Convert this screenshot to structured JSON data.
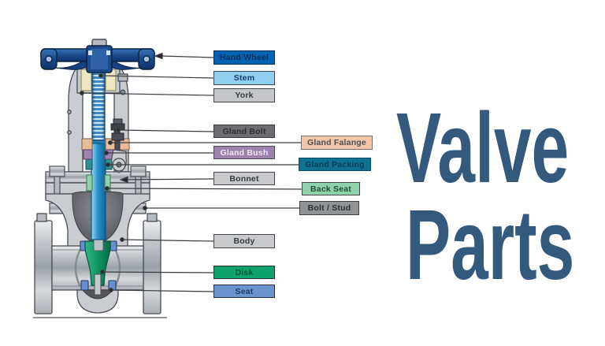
{
  "background": "#ffffff",
  "title": {
    "line1": "Valve",
    "line2": "Parts",
    "color": "#33597c"
  },
  "labels": {
    "hand_wheel": {
      "text": "Hand Wheel",
      "bg": "#0063b1",
      "fg": "#0b2d5c"
    },
    "stem": {
      "text": "Stem",
      "bg": "#8ecff2",
      "fg": "#1d3a5f"
    },
    "york": {
      "text": "York",
      "bg": "#c4c6c9",
      "fg": "#35393f"
    },
    "gland_bolt": {
      "text": "Gland Bolt",
      "bg": "#6b6d71",
      "fg": "#2d2f35"
    },
    "gland_falange": {
      "text": "Gland Falange",
      "bg": "#f0c5a9",
      "fg": "#4d4f58"
    },
    "gland_bush": {
      "text": "Gland Bush",
      "bg": "#9c82ac",
      "fg": "#eee6f4"
    },
    "gland_packing": {
      "text": "Gland Packing",
      "bg": "#10708f",
      "fg": "#0a3c58"
    },
    "bonnet": {
      "text": "Bonnet",
      "bg": "#c7c9cb",
      "fg": "#35393f"
    },
    "back_seat": {
      "text": "Back Seat",
      "bg": "#8ed2ab",
      "fg": "#2b4c3c"
    },
    "bolt_stud": {
      "text": "Bolt / Stud",
      "bg": "#909396",
      "fg": "#2e3036"
    },
    "body": {
      "text": "Body",
      "bg": "#c7c9cb",
      "fg": "#35393f"
    },
    "disk": {
      "text": "Disk",
      "bg": "#0da26b",
      "fg": "#0a573a"
    },
    "seat": {
      "text": "Seat",
      "bg": "#6b93cf",
      "fg": "#1d3a5f"
    }
  },
  "illustration_palette": {
    "hand_wheel": "#1c4a8c",
    "stem": "#2a93cc",
    "yoke_body_metal": "#c9ccd0",
    "gland_flange": "#e9bb97",
    "gland_bush": "#9d83b0",
    "gland_packing": "#2e8f96",
    "back_seat": "#93d1ae",
    "disk": "#0f9663",
    "seat": "#6a8fd0",
    "bonnet_interior": "#54545a"
  }
}
